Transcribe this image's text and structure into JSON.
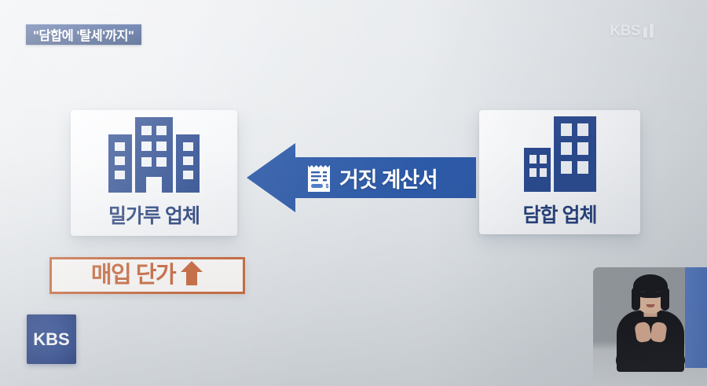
{
  "broadcast": {
    "headline": "\"담합에 '탈세'까지\"",
    "channel_watermark": "KBS",
    "channel_number_bars": "1",
    "corner_logo": "KBS"
  },
  "diagram": {
    "left_panel": {
      "label": "밀가루 업체",
      "icon": "three-buildings-icon"
    },
    "right_panel": {
      "label": "담합 업체",
      "icon": "two-buildings-icon"
    },
    "flow_arrow": {
      "label": "거짓 계산서",
      "icon": "receipt-invoice-icon",
      "direction": "left"
    },
    "price_badge": {
      "label": "매입 단가",
      "trend_icon": "up-arrow-icon"
    }
  },
  "sign_language": {
    "region_name": "sign-language-interpreter"
  },
  "colors": {
    "banner_navy": "#23407d",
    "arrow_blue": "#2d5aa8",
    "icon_navy": "#2a4a8f",
    "badge_orange": "#c8663a",
    "panel_white": "#f7f8fa",
    "background": "#e4e7ea"
  }
}
